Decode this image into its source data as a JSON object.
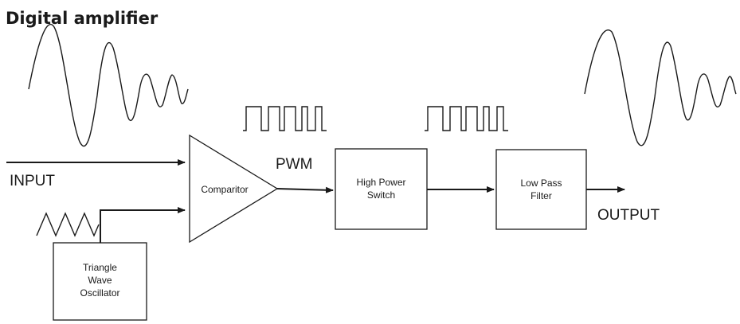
{
  "title": "Digital amplifier",
  "labels": {
    "input": "INPUT",
    "pwm": "PWM",
    "output": "OUTPUT"
  },
  "blocks": {
    "comparator": "Comparitor",
    "switch": [
      "High Power",
      "Switch"
    ],
    "filter": [
      "Low Pass",
      "Filter"
    ],
    "oscillator": [
      "Triangle",
      "Wave",
      "Oscillator"
    ]
  },
  "colors": {
    "ink": "#1a1a1a",
    "background": "#ffffff"
  }
}
